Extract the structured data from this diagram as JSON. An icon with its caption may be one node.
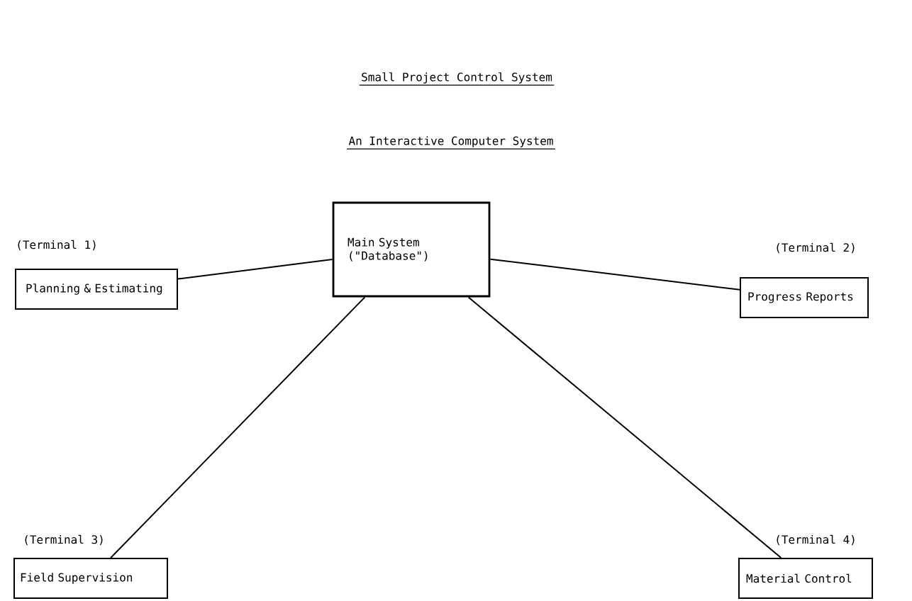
{
  "diagram": {
    "title": "Small Project Control System",
    "caption": "An Interactive Computer System",
    "nodes": [
      {
        "text": [
          "Main System (\"Database\")"
        ]
      },
      {
        "text": [
          "Planning & Estimating"
        ],
        "beside": [
          "(Terminal 1)"
        ]
      },
      {
        "text": [
          "Progress Reports"
        ],
        "beside": [
          "(Terminal 2)"
        ]
      },
      {
        "text": [
          "Field Supervision"
        ],
        "beside": [
          "(Terminal 3)"
        ]
      },
      {
        "text": [
          "Material Control"
        ],
        "beside": [
          "(Terminal 4)"
        ]
      }
    ],
    "edges": [
      {
        "from": 0,
        "to": 1,
        "arrow": "none"
      },
      {
        "from": 0,
        "to": 2,
        "arrow": "none"
      },
      {
        "from": 0,
        "to": 3,
        "arrow": "none"
      },
      {
        "from": 0,
        "to": 4,
        "arrow": "none"
      }
    ]
  }
}
